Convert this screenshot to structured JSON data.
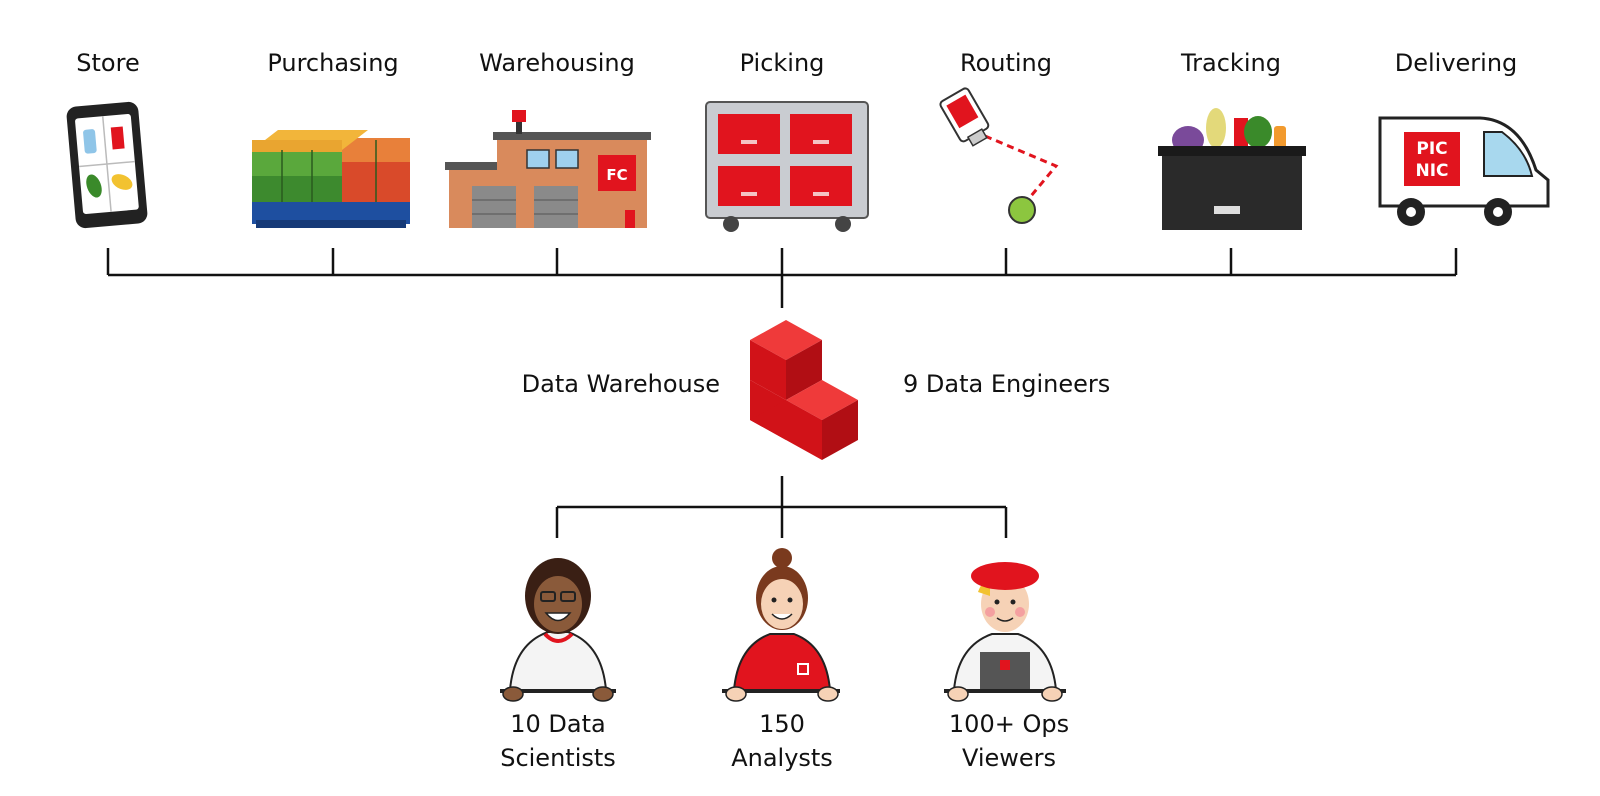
{
  "stages": [
    {
      "label": "Store",
      "icon": "smartphone-icon"
    },
    {
      "label": "Purchasing",
      "icon": "pallet-boxes-icon"
    },
    {
      "label": "Warehousing",
      "icon": "warehouse-icon"
    },
    {
      "label": "Picking",
      "icon": "picking-cart-icon"
    },
    {
      "label": "Routing",
      "icon": "route-pin-icon"
    },
    {
      "label": "Tracking",
      "icon": "grocery-crate-icon"
    },
    {
      "label": "Delivering",
      "icon": "delivery-van-icon"
    }
  ],
  "warehouse": {
    "label": "Data Warehouse",
    "engineers": "9 Data Engineers",
    "icon": "data-cubes-icon"
  },
  "roles": [
    {
      "line1": "10 Data",
      "line2": "Scientists",
      "icon": "data-scientist-avatar"
    },
    {
      "line1": "150",
      "line2": "Analysts",
      "icon": "analyst-avatar"
    },
    {
      "line1": "100+ Ops",
      "line2": "Viewers",
      "icon": "ops-viewer-avatar"
    }
  ],
  "brand": {
    "logo_text": [
      "PIC",
      "NIC"
    ],
    "warehouse_sign": "FC",
    "accent": "#e1141e"
  }
}
